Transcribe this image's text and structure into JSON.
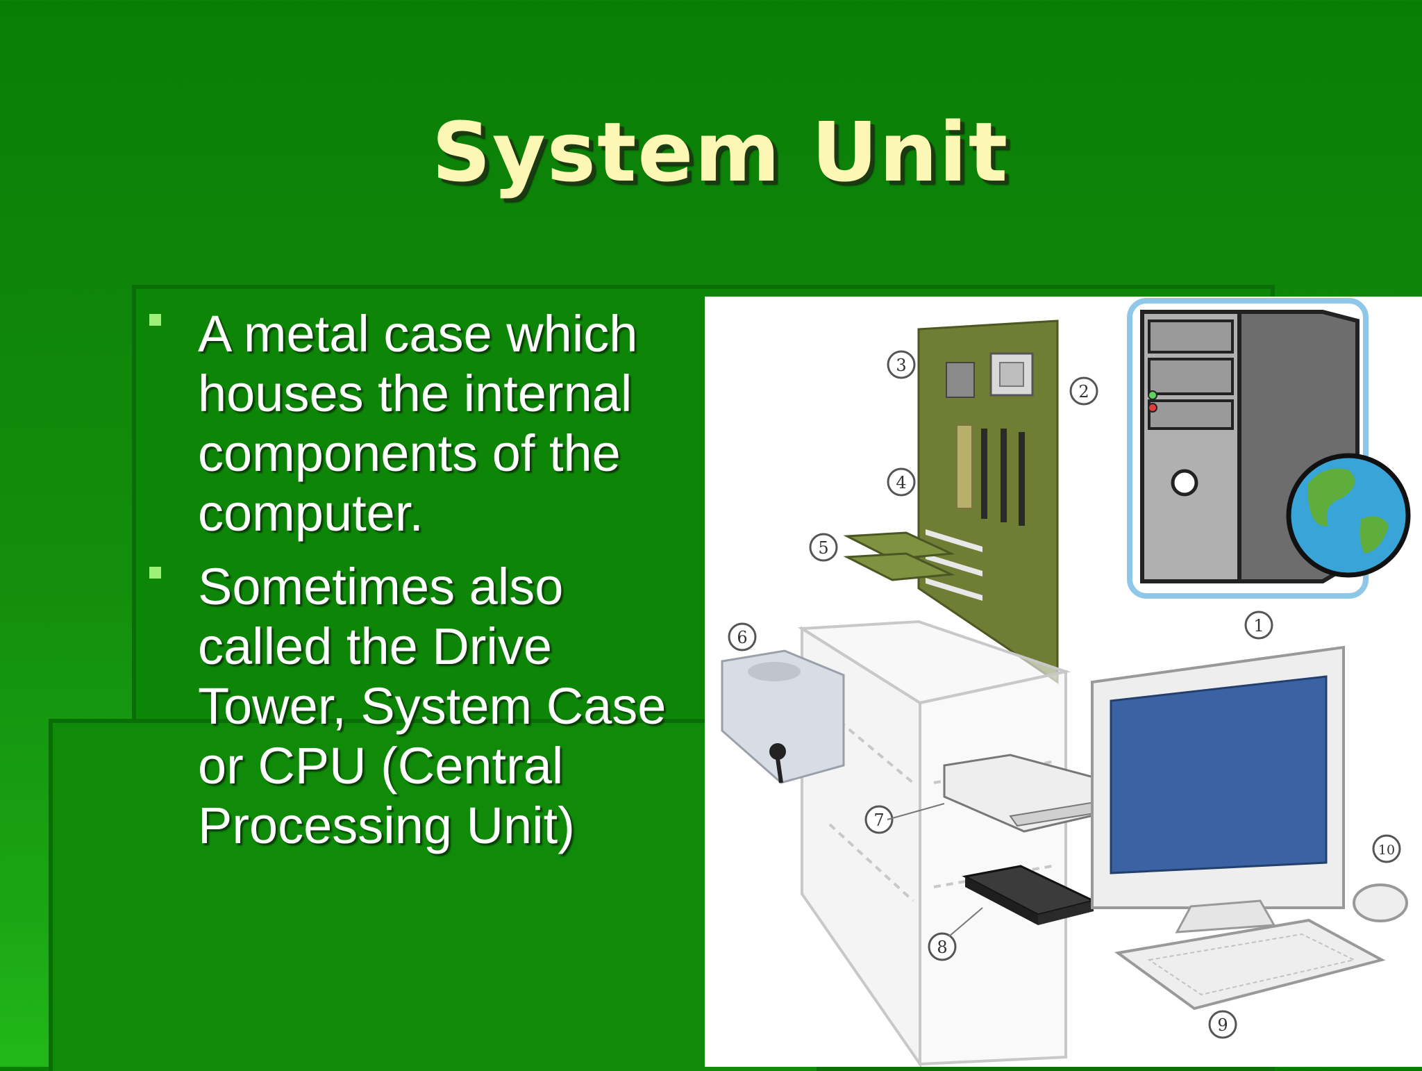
{
  "slide": {
    "title": "System Unit",
    "bullets": [
      "A metal case which houses the internal components of the computer.",
      "Sometimes also called the Drive Tower, System Case or CPU (Central Processing Unit)"
    ]
  },
  "figure": {
    "callouts": [
      "1",
      "2",
      "3",
      "4",
      "5",
      "6",
      "7",
      "8",
      "9",
      "10"
    ],
    "icon": "computer-tower-globe-icon"
  },
  "colors": {
    "background": "#138e0c",
    "title": "#fdf7b5",
    "bullet_marker": "#9cf07a",
    "text": "#ffffff"
  }
}
